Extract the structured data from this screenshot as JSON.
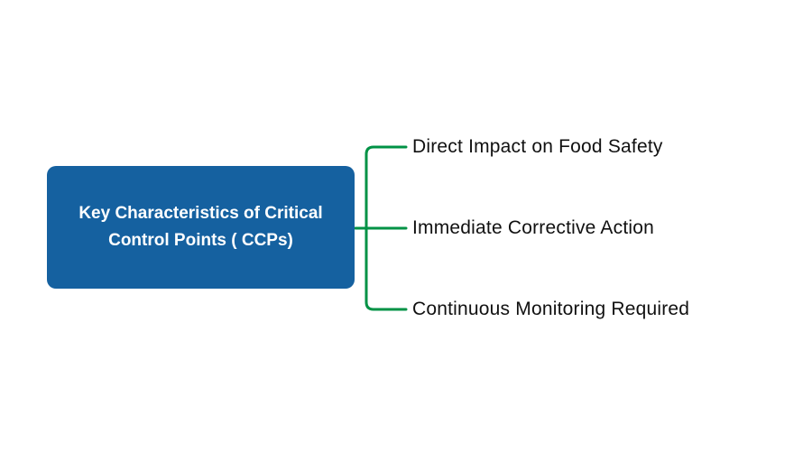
{
  "colors": {
    "background": "#ffffff",
    "node_bg": "#1561a0",
    "node_text": "#ffffff",
    "connector": "#009245",
    "label_text": "#111111"
  },
  "diagram": {
    "root": {
      "label": "Key Characteristics of Critical Control Points ( CCPs)"
    },
    "branches": [
      {
        "label": "Direct Impact on Food Safety"
      },
      {
        "label": "Immediate Corrective Action"
      },
      {
        "label": "Continuous Monitoring Required"
      }
    ]
  }
}
